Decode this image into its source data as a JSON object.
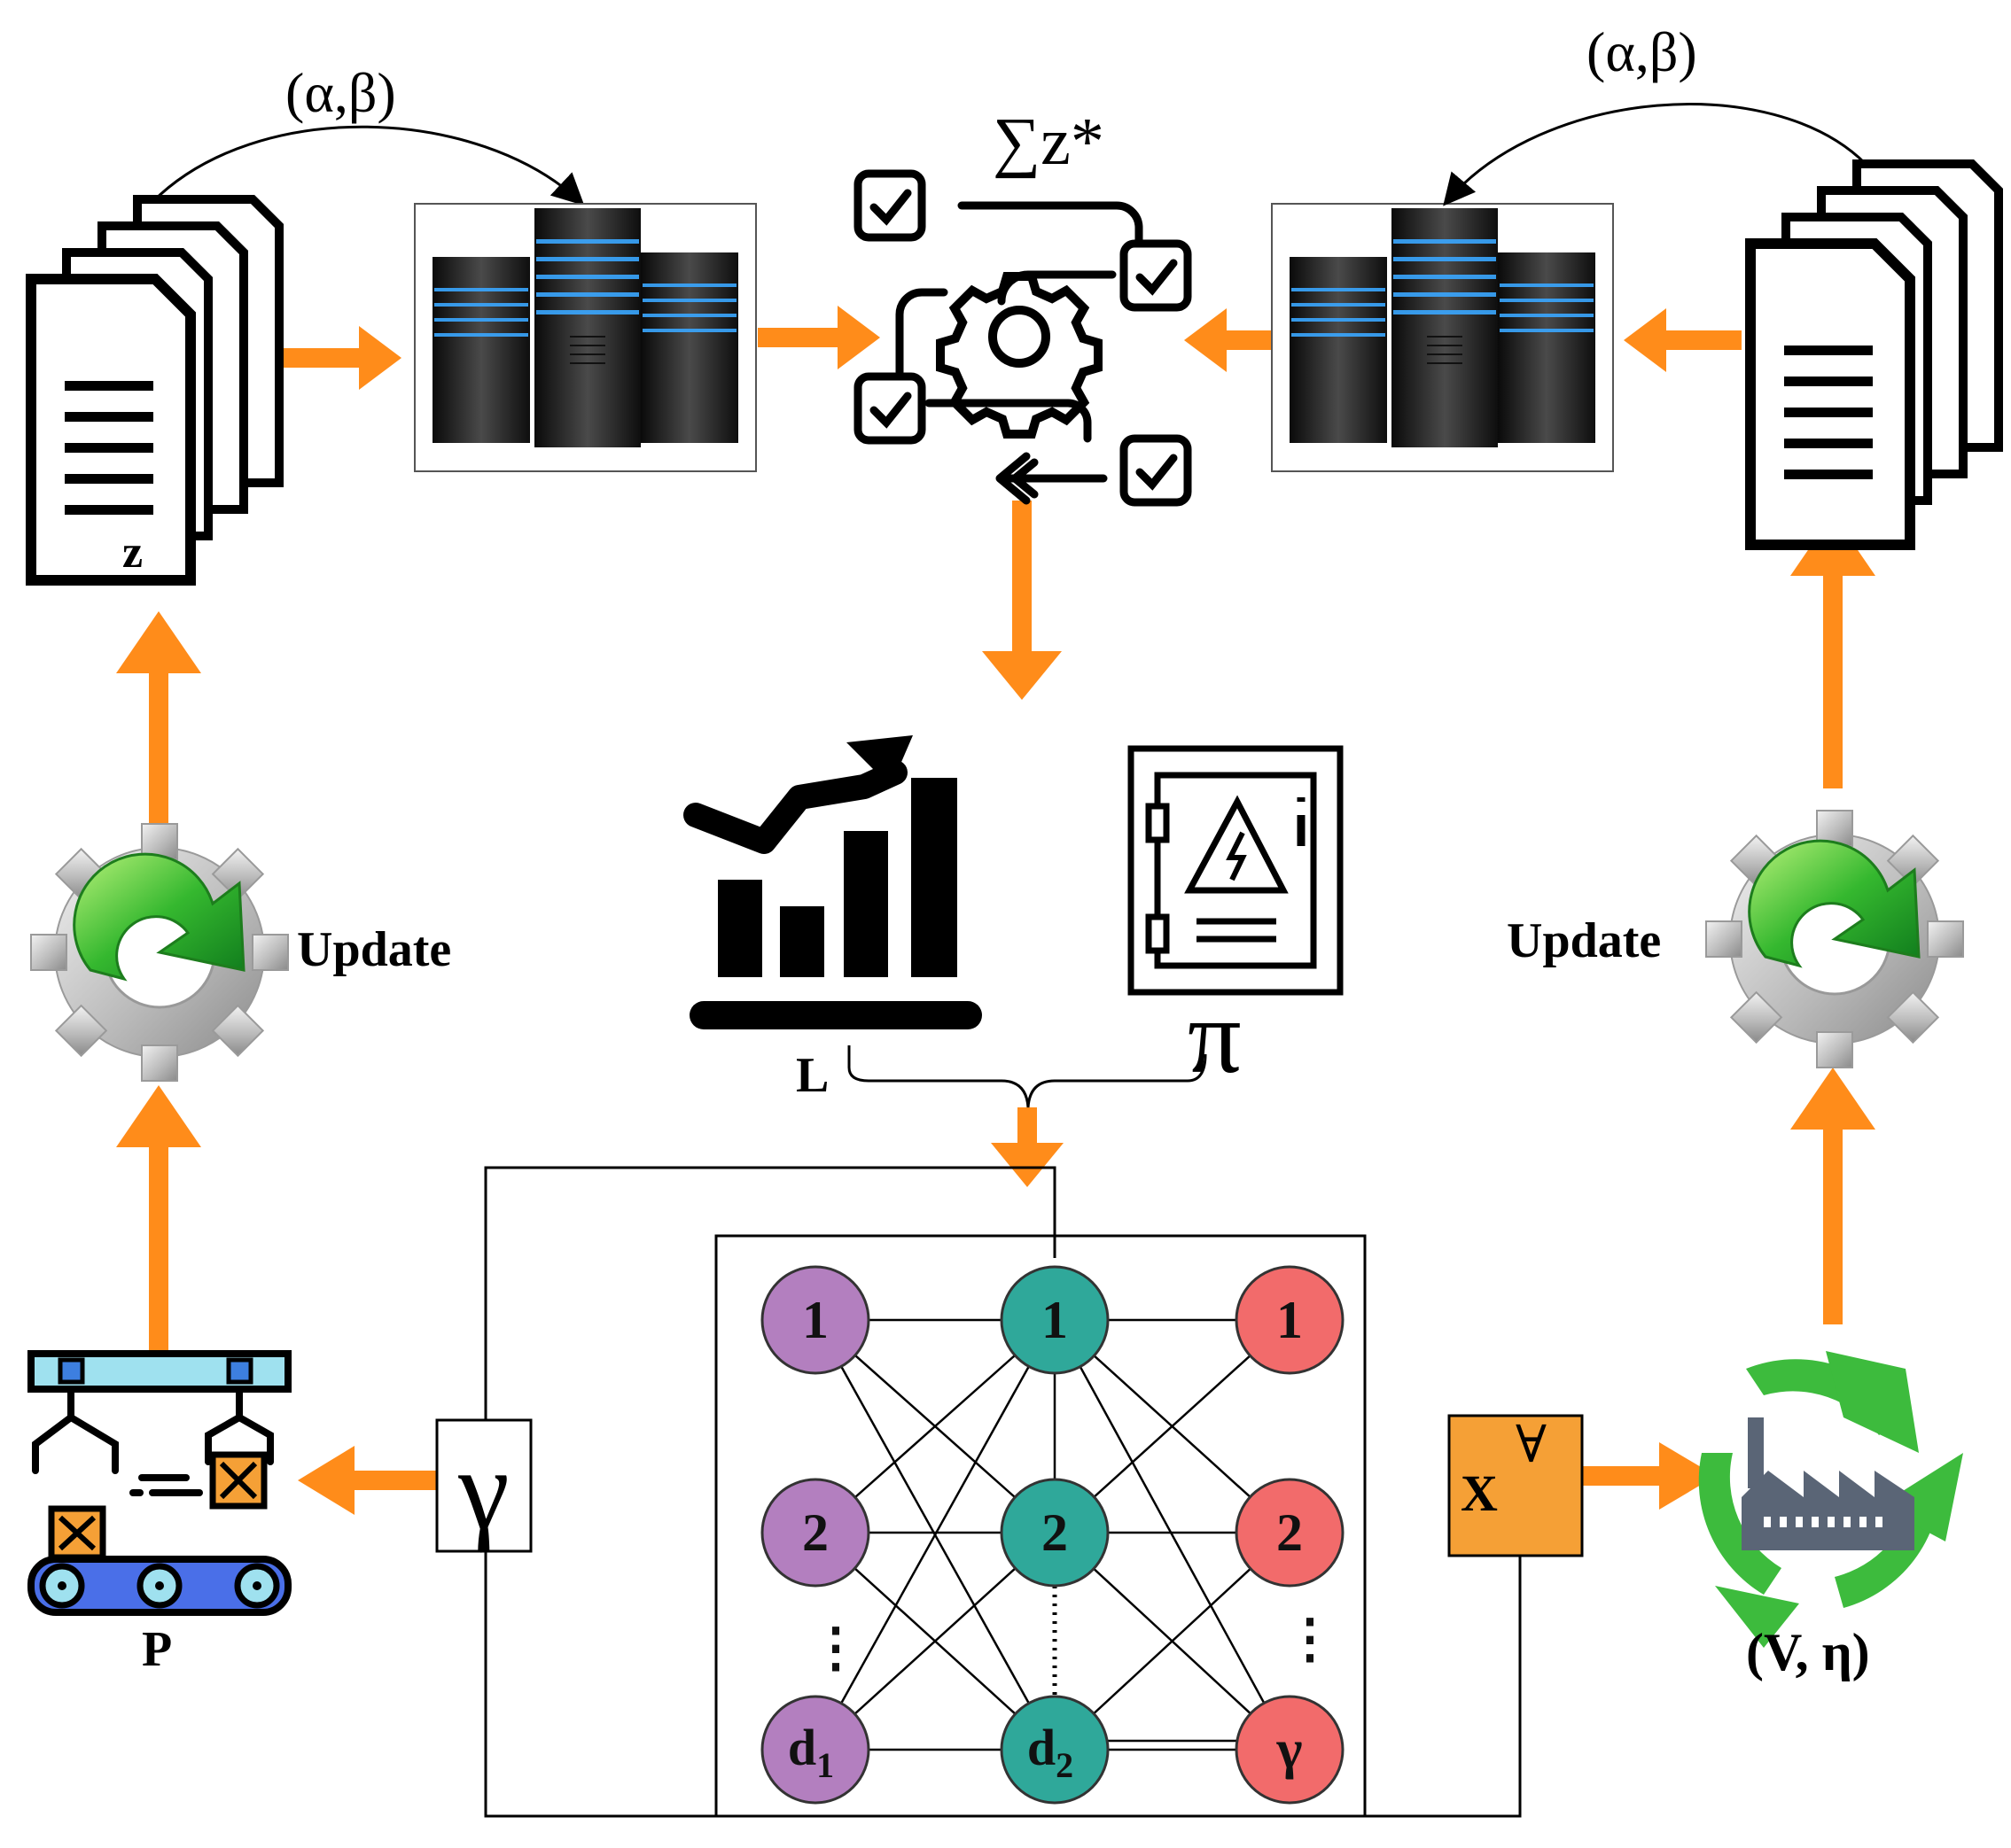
{
  "labels": {
    "z": "z",
    "alpha_beta_left": "(α,β)",
    "alpha_beta_right": "(α,β)",
    "sum_z_star": "∑z*",
    "update_left": "Update",
    "update_right": "Update",
    "L": "L",
    "pi": "π",
    "gamma_box": "γ",
    "x_box_main": "X",
    "x_box_sup": "∀",
    "P": "P",
    "v_eta": "(V, η)"
  },
  "network": {
    "input_layer": [
      "1",
      "2",
      "d",
      "1"
    ],
    "hidden_layer": [
      "1",
      "2",
      "d",
      "2"
    ],
    "output_layer": [
      "1",
      "2",
      "γ"
    ],
    "dots": "⋮"
  },
  "colors": {
    "arrow": "#ff8c1a",
    "input_node": "#b37fbf",
    "hidden_node": "#2fa89a",
    "output_node": "#f26b6b",
    "x_box": "#f5a036",
    "server_glow": "#3aa7ff",
    "recycle": "#3dbb3d",
    "conveyor_blue": "#4a6fe8",
    "conveyor_light": "#9fe1ef"
  },
  "icons": [
    "document-stack-icon",
    "server-icon",
    "workflow-checklist-icon",
    "bar-chart-growth-icon",
    "electrical-panel-icon",
    "update-gear-icon",
    "robotic-conveyor-icon",
    "recycling-factory-icon"
  ]
}
